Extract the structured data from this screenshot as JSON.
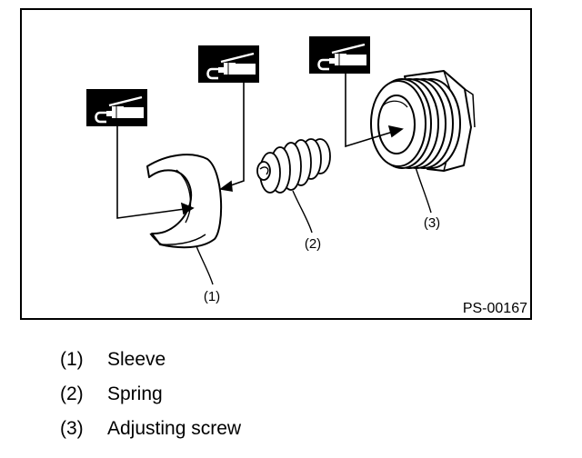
{
  "figure": {
    "code": "PS-00167",
    "callouts": [
      {
        "id": "1",
        "label": "(1)"
      },
      {
        "id": "2",
        "label": "(2)"
      },
      {
        "id": "3",
        "label": "(3)"
      }
    ],
    "grease_icons": [
      "grease-gun-icon",
      "grease-gun-icon",
      "grease-gun-icon"
    ]
  },
  "legend": [
    {
      "num": "(1)",
      "text": "Sleeve"
    },
    {
      "num": "(2)",
      "text": "Spring"
    },
    {
      "num": "(3)",
      "text": "Adjusting screw"
    }
  ]
}
